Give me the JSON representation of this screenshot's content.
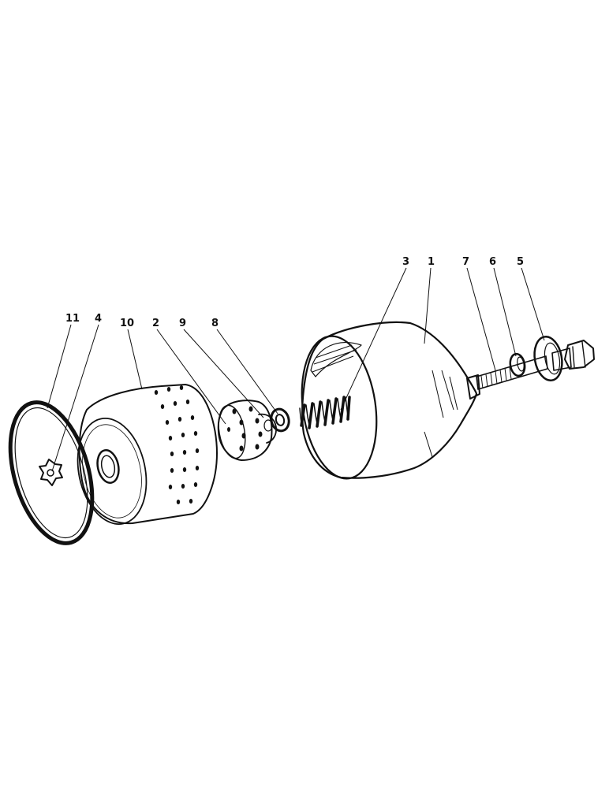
{
  "diagram": {
    "callouts": [
      {
        "id": "11",
        "label": "11"
      },
      {
        "id": "4",
        "label": "4"
      },
      {
        "id": "10",
        "label": "10"
      },
      {
        "id": "2",
        "label": "2"
      },
      {
        "id": "9",
        "label": "9"
      },
      {
        "id": "8",
        "label": "8"
      },
      {
        "id": "3",
        "label": "3"
      },
      {
        "id": "1",
        "label": "1"
      },
      {
        "id": "7",
        "label": "7"
      },
      {
        "id": "6",
        "label": "6"
      },
      {
        "id": "5",
        "label": "5"
      }
    ]
  },
  "colors": {
    "ink": "#111111",
    "paper": "#ffffff",
    "shade": "#d9d9d9"
  }
}
